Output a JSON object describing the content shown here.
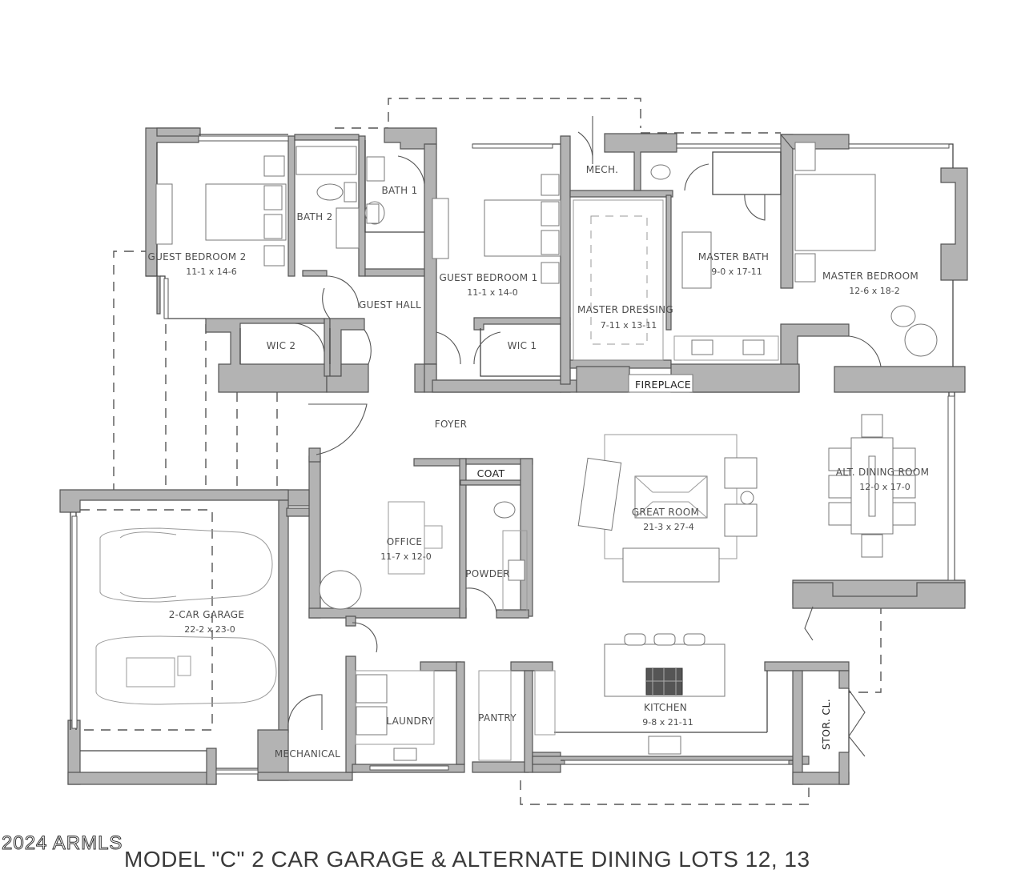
{
  "plan": {
    "title": "MODEL \"C\" 2 CAR GARAGE & ALTERNATE DINING  LOTS 12, 13",
    "copyright": "2024 ARMLS",
    "wall_color": "#b3b3b3",
    "line_color": "#555555"
  },
  "rooms": {
    "guest_bedroom_2": {
      "name": "GUEST BEDROOM 2",
      "size": "11-1 x 14-6"
    },
    "bath_2": {
      "name": "BATH 2"
    },
    "bath_1": {
      "name": "BATH 1"
    },
    "guest_hall": {
      "name": "GUEST HALL"
    },
    "wic_2": {
      "name": "WIC 2"
    },
    "guest_bedroom_1": {
      "name": "GUEST BEDROOM 1",
      "size": "11-1 x 14-0"
    },
    "wic_1": {
      "name": "WIC 1"
    },
    "mech": {
      "name": "MECH."
    },
    "master_dressing": {
      "name": "MASTER DRESSING",
      "size": "7-11 x 13-11"
    },
    "master_bath": {
      "name": "MASTER BATH",
      "size": "9-0 x 17-11"
    },
    "master_bedroom": {
      "name": "MASTER BEDROOM",
      "size": "12-6 x 18-2"
    },
    "fireplace": {
      "name": "FIREPLACE"
    },
    "foyer": {
      "name": "FOYER"
    },
    "coat": {
      "name": "COAT"
    },
    "office": {
      "name": "OFFICE",
      "size": "11-7 x 12-0"
    },
    "powder": {
      "name": "POWDER"
    },
    "great_room": {
      "name": "GREAT ROOM",
      "size": "21-3 x 27-4"
    },
    "alt_dining_room": {
      "name": "ALT. DINING ROOM",
      "size": "12-0 x 17-0"
    },
    "garage": {
      "name": "2-CAR GARAGE",
      "size": "22-2 x 23-0"
    },
    "mechanical": {
      "name": "MECHANICAL"
    },
    "laundry": {
      "name": "LAUNDRY"
    },
    "pantry": {
      "name": "PANTRY"
    },
    "kitchen": {
      "name": "KITCHEN",
      "size": "9-8 x 21-11"
    },
    "storage_closet": {
      "name": "STOR. CL."
    }
  }
}
